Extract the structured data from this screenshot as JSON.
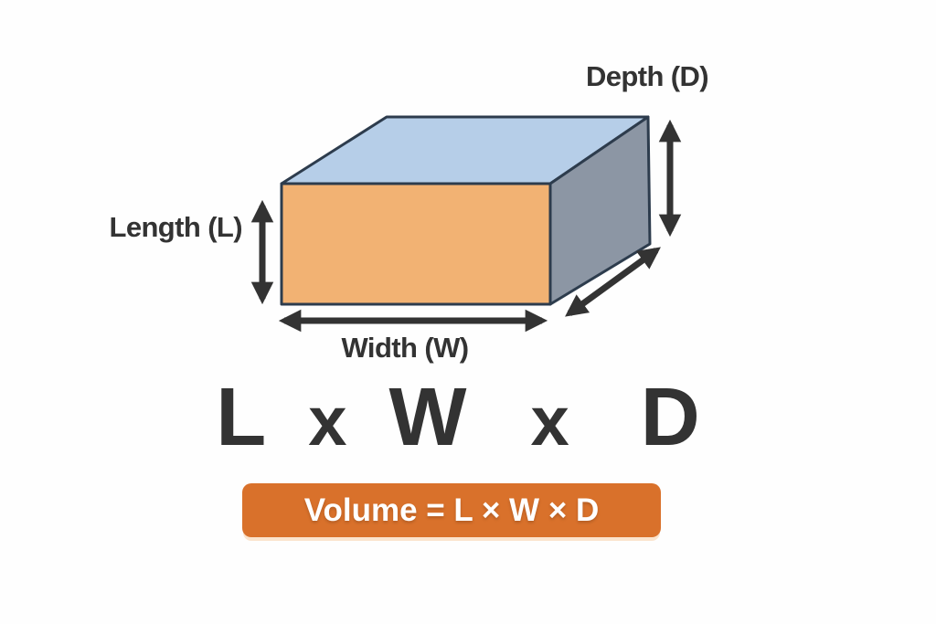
{
  "colors": {
    "page_bg": "#fefefe",
    "outline": "#2d3c4d",
    "top_face": "#b6cee8",
    "front_face": "#f2b273",
    "side_face": "#8c96a4",
    "arrow": "#333333",
    "text": "#333333",
    "badge_bg": "#d9712b",
    "badge_glow": "#fbe4ce",
    "badge_text": "#ffffff"
  },
  "diagram": {
    "depth_label": "Depth (D)",
    "length_label": "Length (L)",
    "width_label": "Width (W)"
  },
  "formula": {
    "parts": [
      "L",
      "x",
      "W",
      "x",
      "D"
    ]
  },
  "badge": {
    "text": "Volume = L × W × D"
  }
}
